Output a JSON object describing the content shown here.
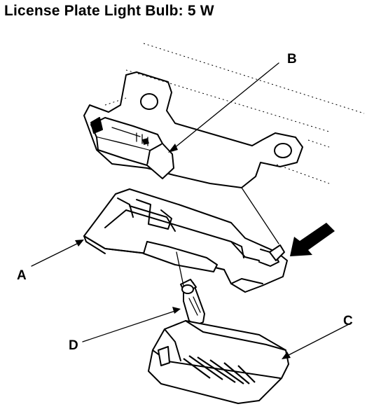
{
  "title": "License Plate Light Bulb:  5 W",
  "labels": {
    "a": "A",
    "b": "B",
    "c": "C",
    "d": "D"
  },
  "colors": {
    "ink": "#000000",
    "paper": "#ffffff"
  },
  "icons": {
    "direction_arrow": "install-direction-arrow-icon"
  }
}
